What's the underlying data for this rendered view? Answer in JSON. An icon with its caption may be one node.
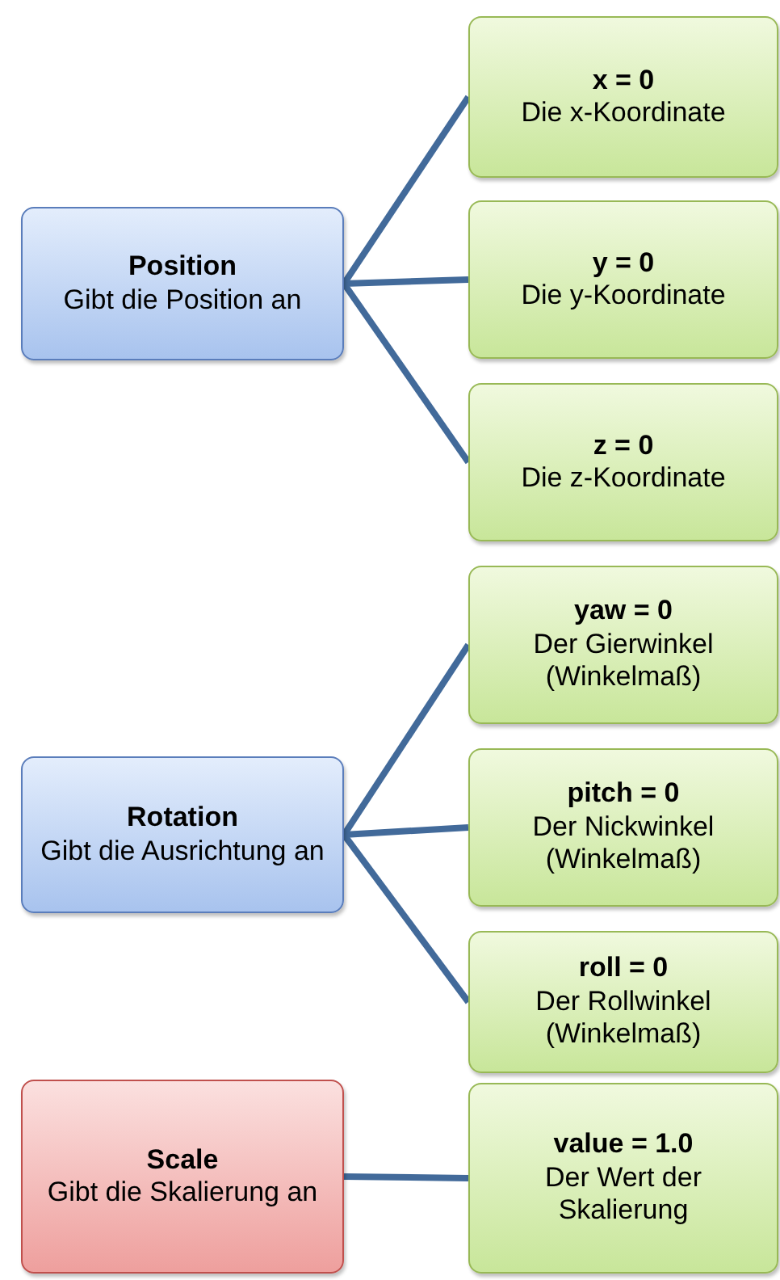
{
  "diagram": {
    "nodes": [
      {
        "text": [
          "Position",
          "Gibt die Position an"
        ]
      },
      {
        "text": [
          "x = 0",
          "Die x-Koordinate"
        ]
      },
      {
        "text": [
          "y = 0",
          "Die y-Koordinate"
        ]
      },
      {
        "text": [
          "z = 0",
          "Die z-Koordinate"
        ]
      },
      {
        "text": [
          "Rotation",
          "Gibt die Ausrichtung an"
        ]
      },
      {
        "text": [
          "yaw = 0",
          "Der Gierwinkel (Winkelmaß)"
        ]
      },
      {
        "text": [
          "pitch = 0",
          "Der Nickwinkel (Winkelmaß)"
        ]
      },
      {
        "text": [
          "roll = 0",
          "Der Rollwinkel (Winkelmaß)"
        ]
      },
      {
        "text": [
          "Scale",
          "Gibt die Skalierung an"
        ]
      },
      {
        "text": [
          "value = 1.0",
          "Der Wert der Skalierung"
        ]
      }
    ],
    "edges": [
      {
        "from": 0,
        "to": 1,
        "arrow": "none"
      },
      {
        "from": 0,
        "to": 2,
        "arrow": "none"
      },
      {
        "from": 0,
        "to": 3,
        "arrow": "none"
      },
      {
        "from": 4,
        "to": 5,
        "arrow": "none"
      },
      {
        "from": 4,
        "to": 6,
        "arrow": "none"
      },
      {
        "from": 4,
        "to": 7,
        "arrow": "none"
      },
      {
        "from": 8,
        "to": 9,
        "arrow": "none"
      }
    ]
  }
}
